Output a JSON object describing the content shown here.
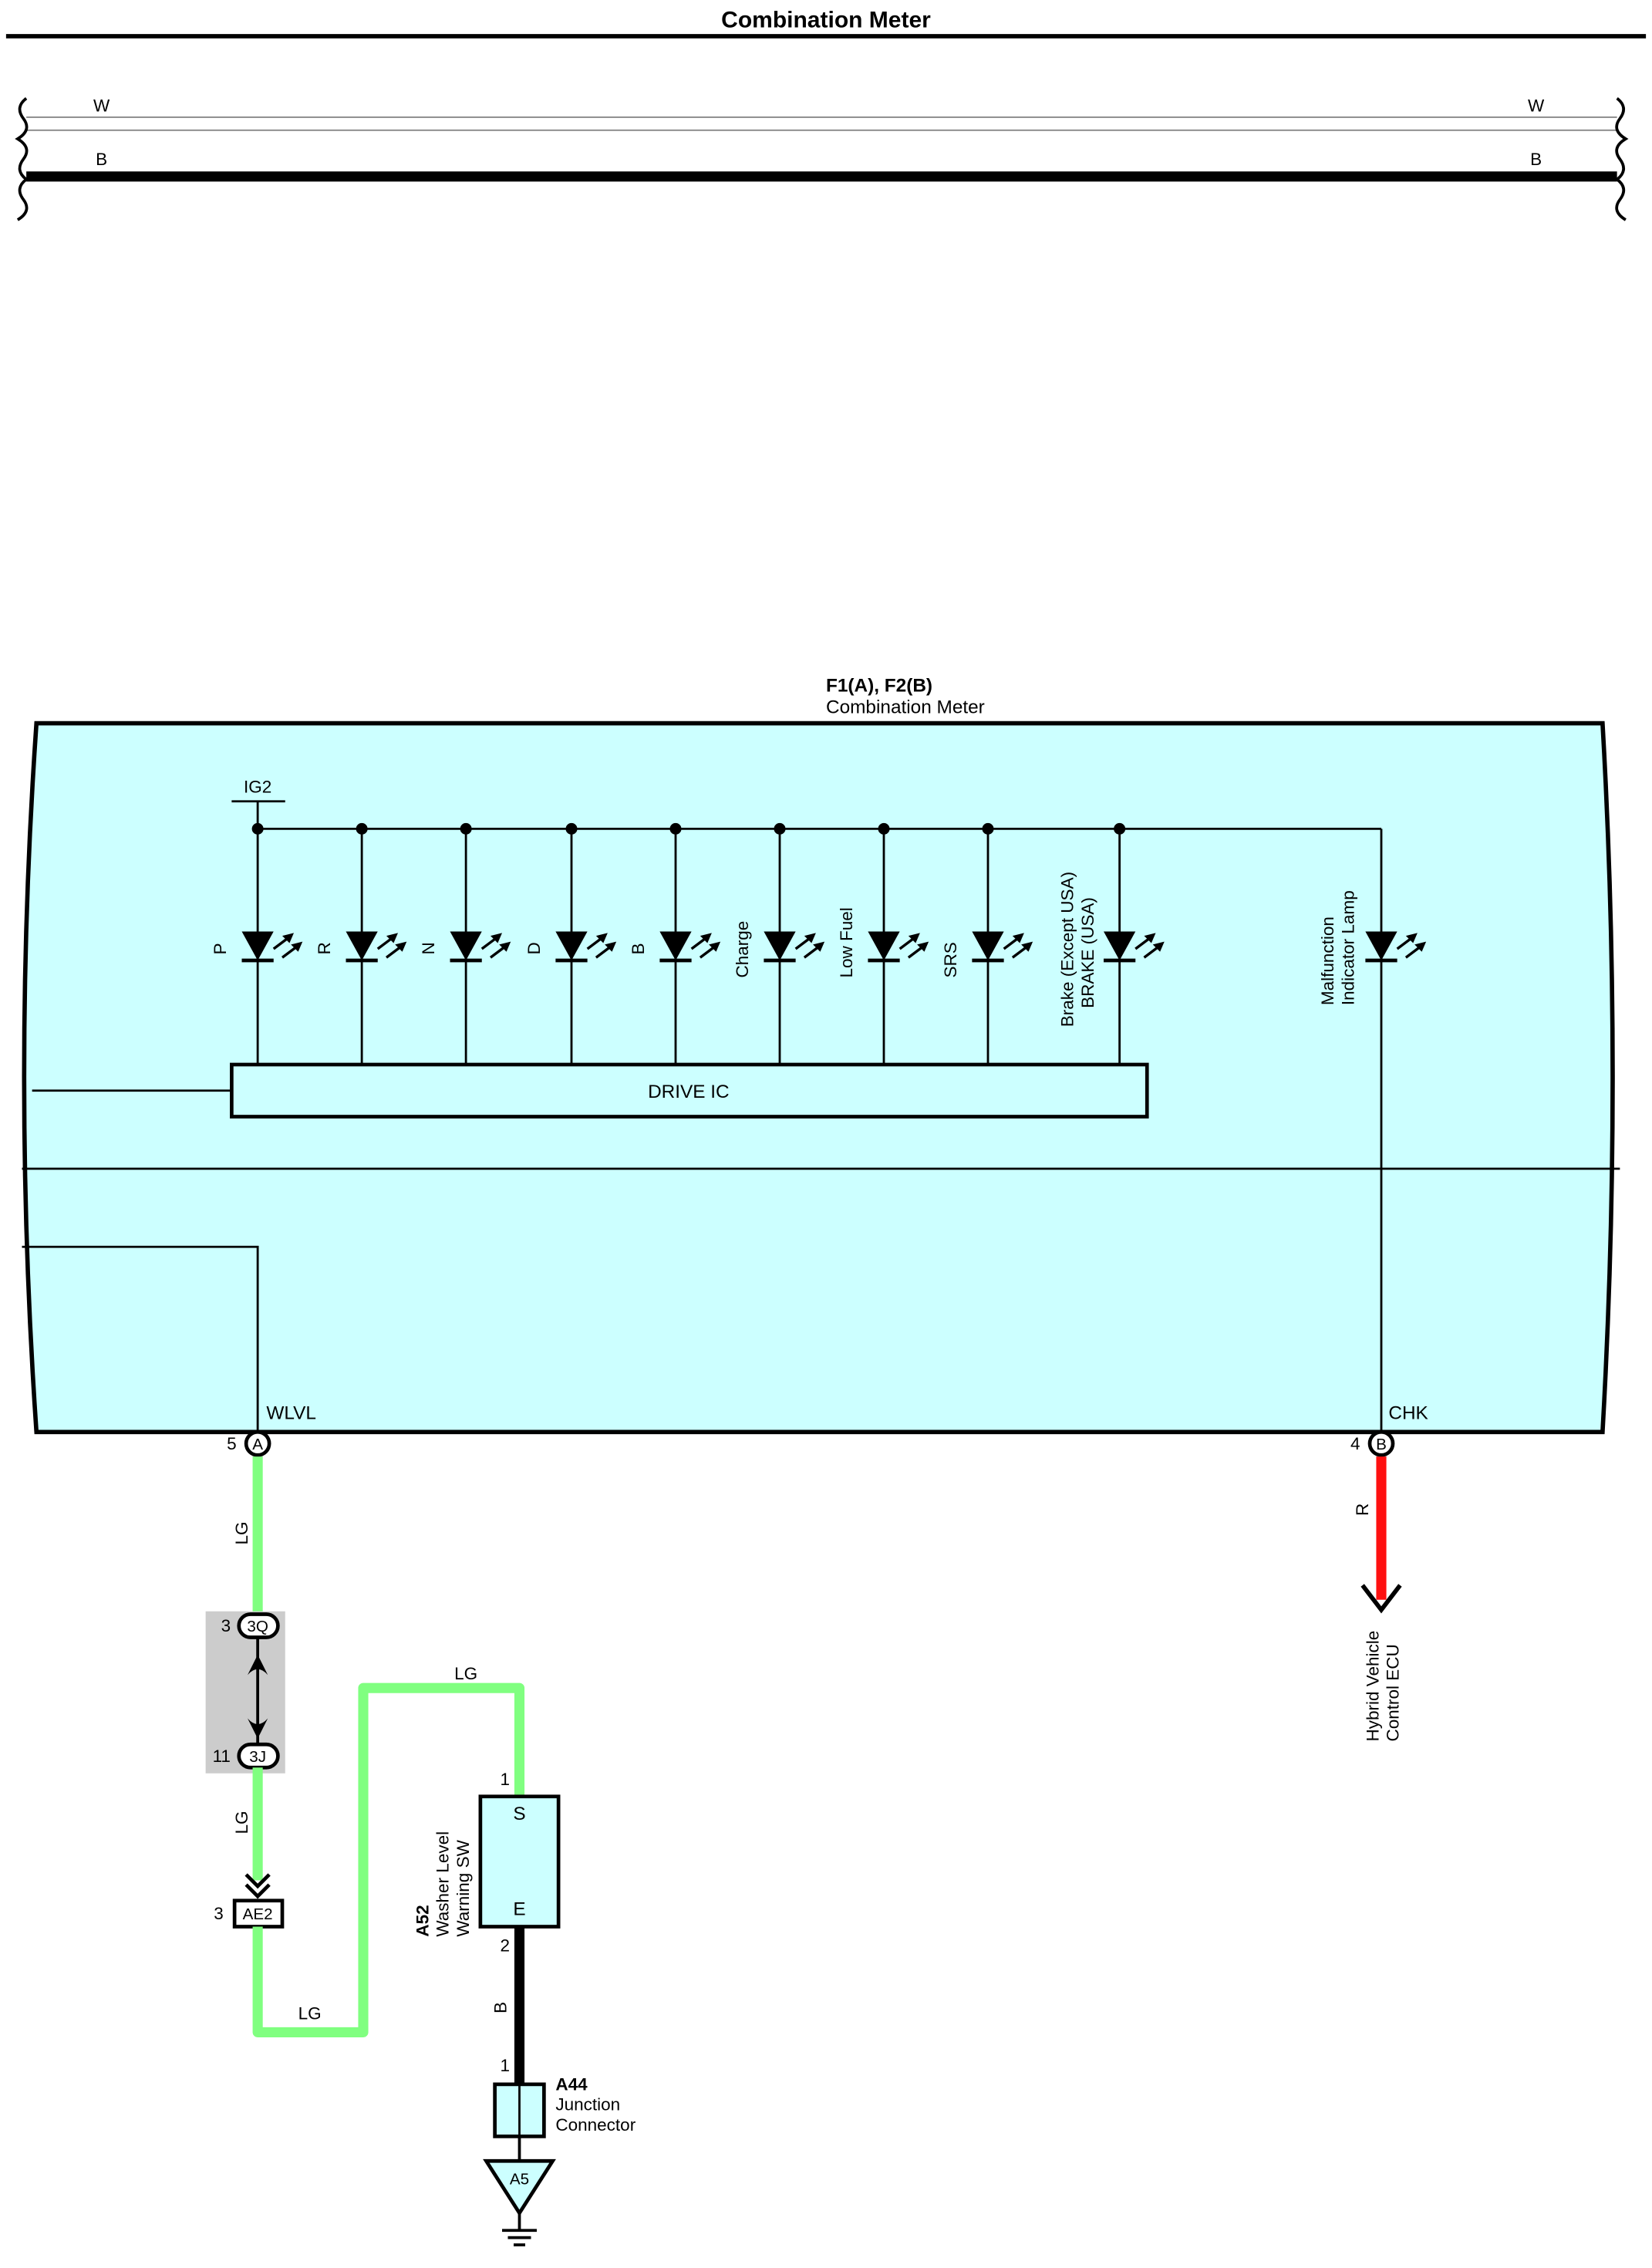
{
  "title": "Combination Meter",
  "colors": {
    "box_fill": "#ccffff",
    "wire_lg": "#80ff80",
    "wire_r": "#ff1010",
    "splice_gray": "#cccccc"
  },
  "top_bus": {
    "w_left": "W",
    "w_right": "W",
    "b_left": "B",
    "b_right": "B"
  },
  "meter": {
    "code": "F1(A), F2(B)",
    "name": "Combination Meter",
    "ig2": "IG2",
    "drive_ic": "DRIVE IC",
    "lamps": [
      "P",
      "R",
      "N",
      "D",
      "B",
      "Charge",
      "Low Fuel",
      "SRS"
    ],
    "brake_line1": "Brake (Except USA)",
    "brake_line2": "BRAKE (USA)",
    "mil_line1": "Malfunction",
    "mil_line2": "Indicator Lamp",
    "wlvl_label": "WLVL",
    "chk_label": "CHK",
    "pin_a_num": "5",
    "pin_a_letter": "A",
    "pin_b_num": "4",
    "pin_b_letter": "B"
  },
  "wiring": {
    "lg1": "LG",
    "lg2": "LG",
    "lg3": "LG",
    "lg4": "LG",
    "r": "R",
    "b": "B",
    "conn_3q_pin": "3",
    "conn_3q": "3Q",
    "conn_3j_pin": "11",
    "conn_3j": "3J",
    "conn_ae2_pin": "3",
    "conn_ae2": "AE2",
    "hv_line1": "Hybrid Vehicle",
    "hv_line2": "Control ECU"
  },
  "washer_sw": {
    "code": "A52",
    "line1": "Washer Level",
    "line2": "Warning SW",
    "pin_s": "S",
    "pin_e": "E",
    "pin1": "1",
    "pin2": "2"
  },
  "junction": {
    "code": "A44",
    "line1": "Junction",
    "line2": "Connector",
    "pin": "1",
    "ground": "A5"
  }
}
